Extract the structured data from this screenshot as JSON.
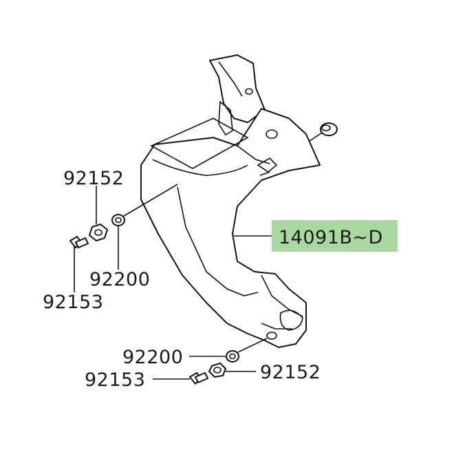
{
  "diagram": {
    "labels": {
      "top_left_92152": "92152",
      "left_92153": "92153",
      "left_92200": "92200",
      "main_part": "14091B~D",
      "bottom_92200": "92200",
      "bottom_92153": "92153",
      "bottom_92152": "92152"
    },
    "colors": {
      "highlight": "#a8d8a0",
      "line": "#111111",
      "background": "#ffffff"
    }
  }
}
